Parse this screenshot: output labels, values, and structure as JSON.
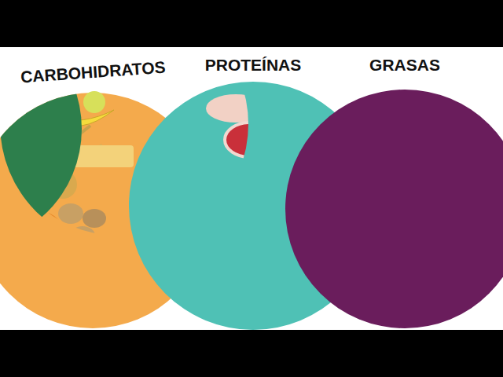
{
  "diagram": {
    "nodes": [
      {
        "text": [
          "CARBOHIDRATOS"
        ]
      },
      {
        "text": [
          "PROTEÍNAS"
        ]
      },
      {
        "text": [
          "GRASAS"
        ]
      }
    ]
  }
}
